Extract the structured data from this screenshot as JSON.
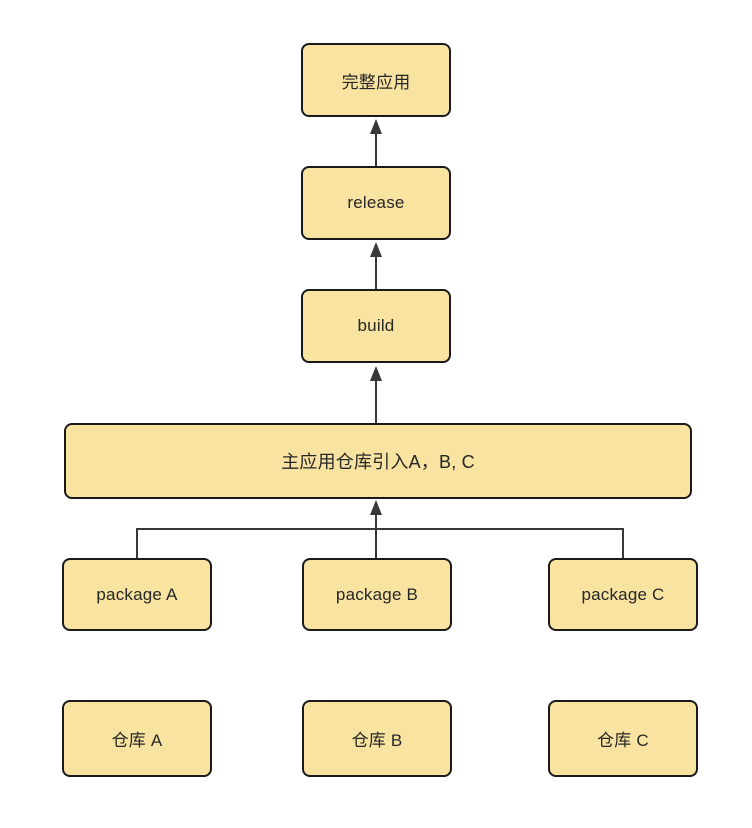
{
  "diagram": {
    "title": "monorepo-package-build-flow",
    "colors": {
      "node_fill": "#F8E3A1",
      "node_border": "#1A1A1A",
      "connector": "#383838",
      "background": "#FFFFFF",
      "text": "#262626"
    },
    "nodes": {
      "complete_app": {
        "label": "完整应用"
      },
      "release": {
        "label": "release"
      },
      "build": {
        "label": "build"
      },
      "main_repo": {
        "label": "主应用仓库引入A，B, C"
      },
      "package_a": {
        "label": "package A"
      },
      "package_b": {
        "label": "package B"
      },
      "package_c": {
        "label": "package C"
      },
      "repo_a": {
        "label": "仓库 A"
      },
      "repo_b": {
        "label": "仓库 B"
      },
      "repo_c": {
        "label": "仓库 C"
      }
    },
    "connections": [
      {
        "from": "release",
        "to": "complete_app",
        "arrow": "up"
      },
      {
        "from": "build",
        "to": "release",
        "arrow": "up"
      },
      {
        "from": "main_repo",
        "to": "build",
        "arrow": "up"
      },
      {
        "from": "package_a",
        "to": "main_repo",
        "arrow": "up"
      },
      {
        "from": "package_b",
        "to": "main_repo",
        "arrow": "up"
      },
      {
        "from": "package_c",
        "to": "main_repo",
        "arrow": "up"
      }
    ]
  }
}
